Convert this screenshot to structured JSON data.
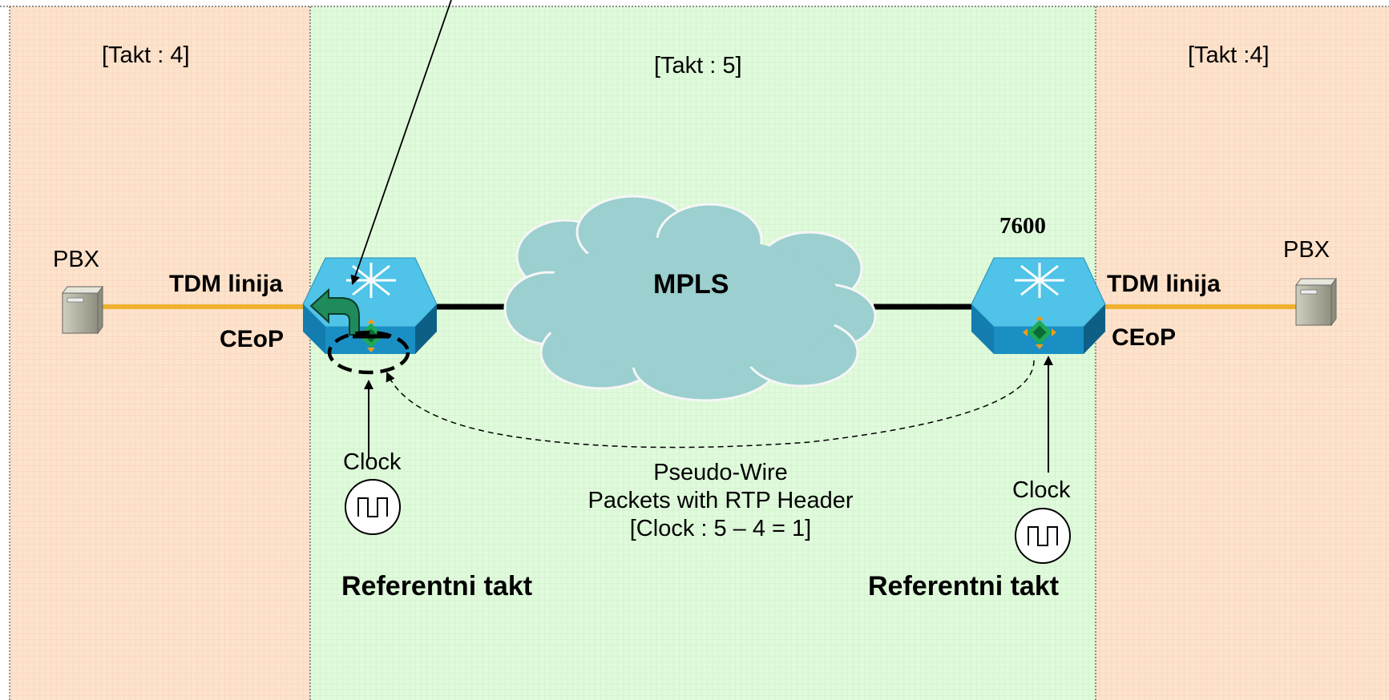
{
  "zones": {
    "left": {
      "takt": "[Takt : 4]",
      "color": "#fde3cc"
    },
    "middle": {
      "takt": "[Takt : 5]",
      "color": "#e0fadc"
    },
    "right": {
      "takt": "[Takt :4]",
      "color": "#fde3cc"
    }
  },
  "left_pbx": {
    "label": "PBX",
    "link_label": "TDM linija",
    "interface_label": "CEoP"
  },
  "right_pbx": {
    "label": "PBX",
    "link_label": "TDM linija",
    "interface_label": "CEoP"
  },
  "core": {
    "cloud_label": "MPLS",
    "router_model": "7600"
  },
  "left_clock": {
    "label": "Clock",
    "reference_label": "Referentni takt"
  },
  "right_clock": {
    "label": "Clock",
    "reference_label": "Referentni takt"
  },
  "pseudowire": {
    "line1": "Pseudo-Wire",
    "line2": "Packets with RTP Header",
    "line3": "[Clock : 5 – 4 = 1]"
  },
  "colors": {
    "tdm_line": "#f0b030",
    "router_top": "#4fc3e8",
    "router_front": "#1a8fc4",
    "router_side": "#0e5f86",
    "cloud": "#9ccfcf",
    "recovery_arrow": "#1f8a5c"
  },
  "icons": [
    "server-icon",
    "router-icon",
    "cloud-icon",
    "clock-icon",
    "clock-recovery-arrow-icon"
  ]
}
